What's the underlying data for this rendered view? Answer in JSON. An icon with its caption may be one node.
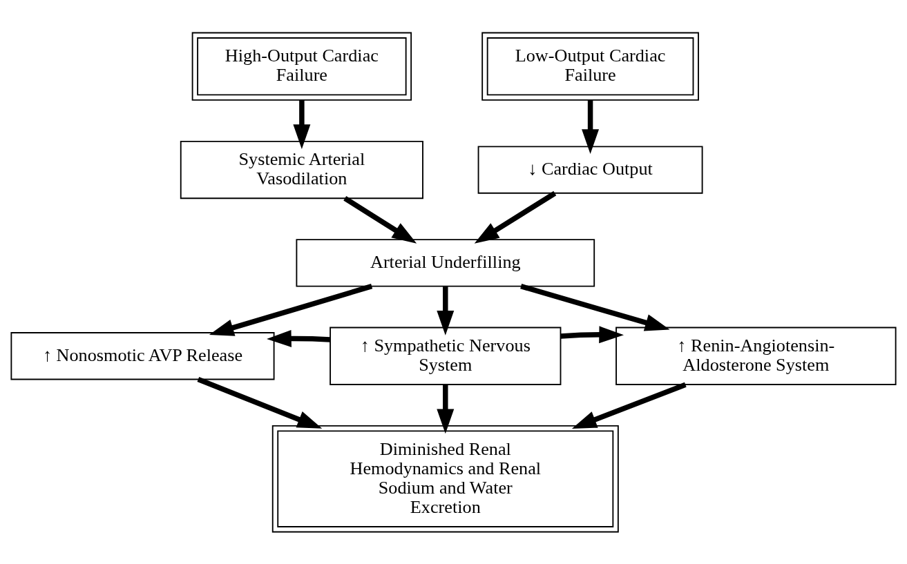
{
  "diagram": {
    "nodes": [
      {
        "text": [
          "High-Output Cardiac Failure"
        ]
      },
      {
        "text": [
          "Low-Output Cardiac Failure"
        ]
      },
      {
        "text": [
          "Systemic Arterial Vasodilation"
        ]
      },
      {
        "text": [
          "↓ Cardiac Output"
        ]
      },
      {
        "text": [
          "Arterial Underfilling"
        ]
      },
      {
        "text": [
          "↑ Nonosmotic AVP Release"
        ]
      },
      {
        "text": [
          "↑ Sympathetic Nervous System"
        ]
      },
      {
        "text": [
          "↑ Renin-Angiotensin-Aldosterone System"
        ]
      },
      {
        "text": [
          "Diminished Renal Hemodynamics and Renal Sodium and Water Excretion"
        ]
      }
    ],
    "edges": [
      {
        "from": 0,
        "to": 2,
        "arrow": "to"
      },
      {
        "from": 1,
        "to": 3,
        "arrow": "to"
      },
      {
        "from": 2,
        "to": 4,
        "arrow": "to"
      },
      {
        "from": 3,
        "to": 4,
        "arrow": "to"
      },
      {
        "from": 4,
        "to": 5,
        "arrow": "to"
      },
      {
        "from": 4,
        "to": 6,
        "arrow": "to"
      },
      {
        "from": 4,
        "to": 7,
        "arrow": "to"
      },
      {
        "from": 6,
        "to": 5,
        "arrow": "to"
      },
      {
        "from": 6,
        "to": 7,
        "arrow": "to"
      },
      {
        "from": 5,
        "to": 8,
        "arrow": "to"
      },
      {
        "from": 6,
        "to": 8,
        "arrow": "to"
      },
      {
        "from": 7,
        "to": 8,
        "arrow": "to"
      }
    ]
  }
}
